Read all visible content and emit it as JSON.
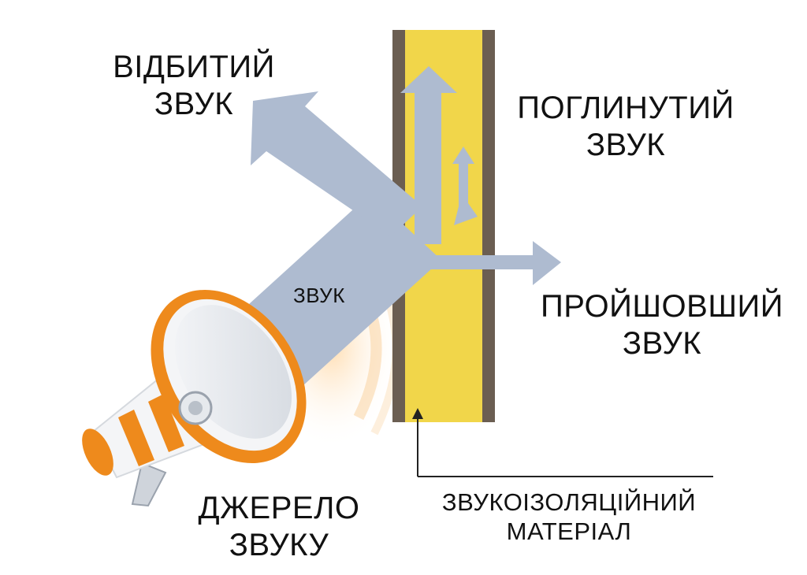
{
  "labels": {
    "reflected": {
      "line1": "ВІДБИТИЙ",
      "line2": "ЗВУК"
    },
    "absorbed": {
      "line1": "ПОГЛИНУТИЙ",
      "line2": "ЗВУК"
    },
    "transmitted": {
      "line1": "ПРОЙШОВШИЙ",
      "line2": "ЗВУК"
    },
    "sound": "ЗВУК",
    "source": {
      "line1": "ДЖЕРЕЛО",
      "line2": "ЗВУКУ"
    },
    "material": {
      "line1": "ЗВУКОІЗОЛЯЦІЙНИЙ",
      "line2": "МАТЕРІАЛ"
    }
  },
  "colors": {
    "arrow": "#aebbd0",
    "wall_core": "#f1d64a",
    "wall_edge": "#6b5e52",
    "megaphone_orange": "#ee8a1c",
    "megaphone_white": "#f4f5f7",
    "pointer_line": "#222222",
    "text": "#111111"
  },
  "icons": {
    "source": "megaphone-icon"
  }
}
